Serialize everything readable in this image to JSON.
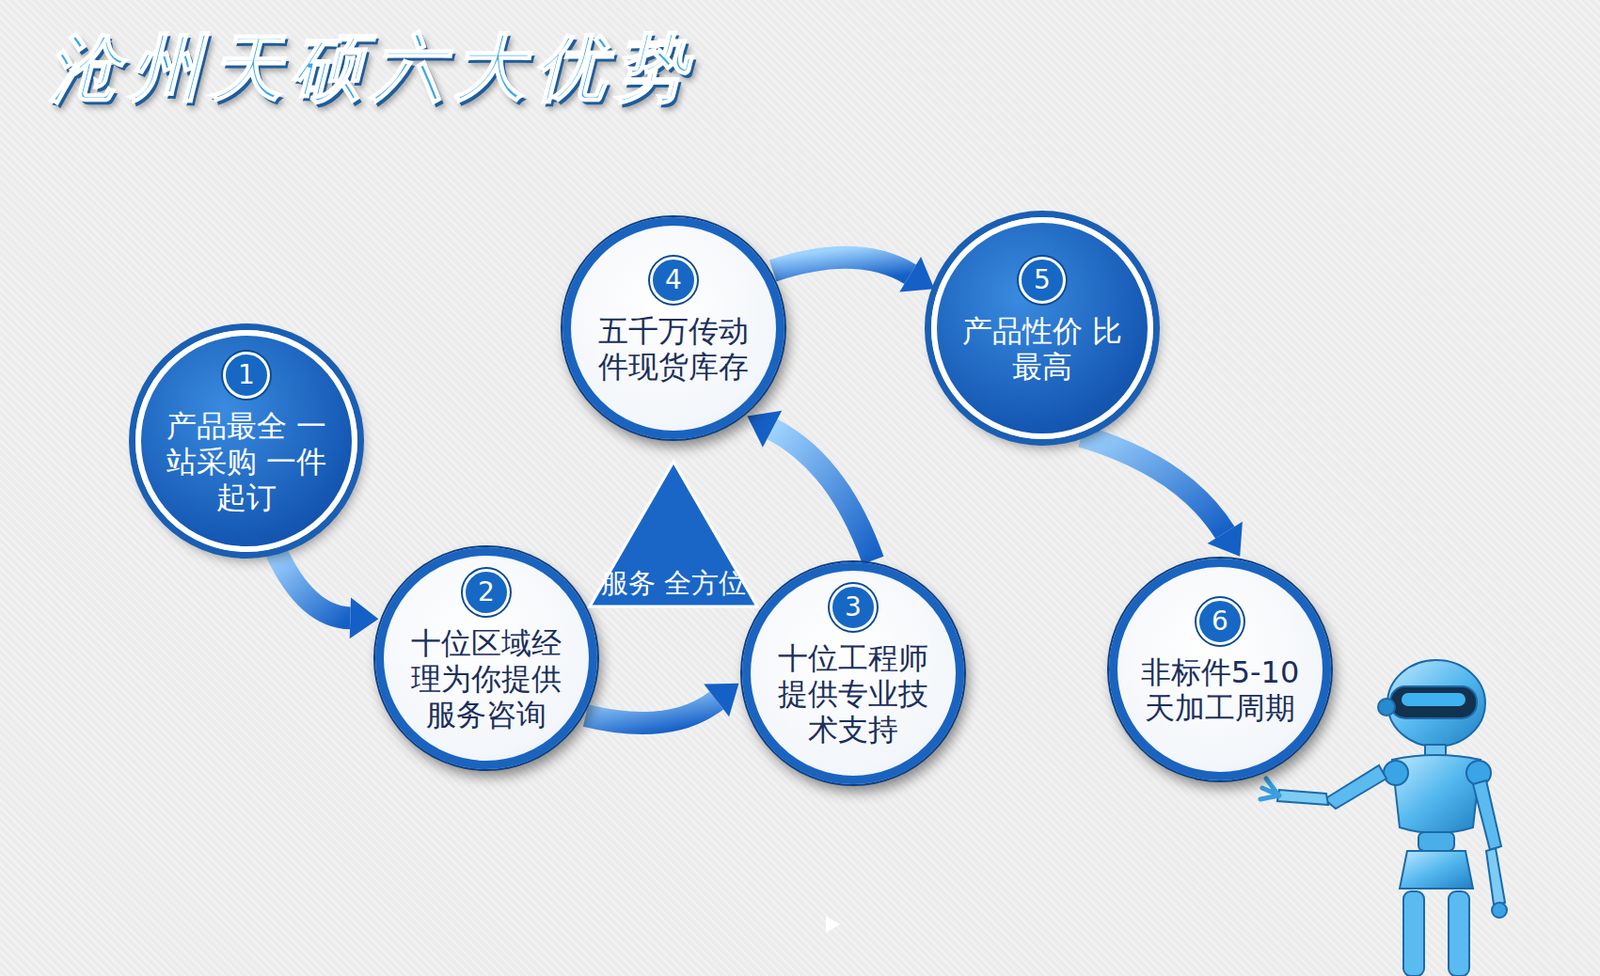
{
  "diagram": {
    "title": "沧州天硕六大优势",
    "nodes": [
      {
        "text": [
          "1",
          "产品最全 一站采购 一件起订"
        ]
      },
      {
        "text": [
          "2",
          "十位区域经 理为你提供 服务咨询"
        ]
      },
      {
        "text": [
          "3",
          "十位工程师 提供专业技 术支持"
        ]
      },
      {
        "text": [
          "4",
          "五千万传动 件现货库存"
        ]
      },
      {
        "text": [
          "5",
          "产品性价 比最高"
        ]
      },
      {
        "text": [
          "6",
          "非标件5-10 天加工周期"
        ]
      },
      {
        "text": [
          "服务 全方位"
        ]
      }
    ],
    "edges": [
      {
        "from": 0,
        "to": 1,
        "arrow": "to"
      },
      {
        "from": 1,
        "to": 2,
        "arrow": "to"
      },
      {
        "from": 2,
        "to": 3,
        "arrow": "to"
      },
      {
        "from": 3,
        "to": 4,
        "arrow": "to"
      },
      {
        "from": 4,
        "to": 5,
        "arrow": "to"
      }
    ]
  }
}
